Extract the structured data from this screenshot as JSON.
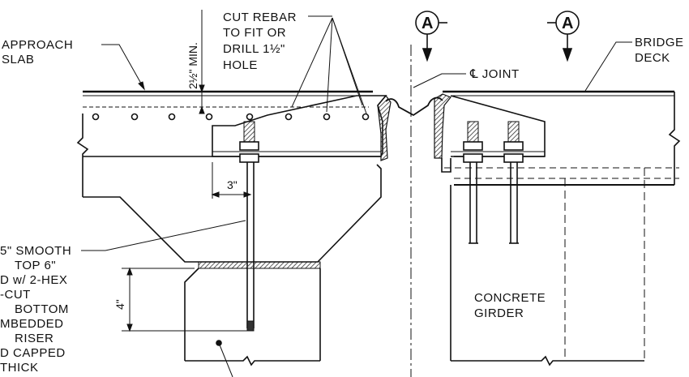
{
  "labels": {
    "approach_slab": [
      "APPROACH",
      "SLAB"
    ],
    "cut_rebar": [
      "CUT REBAR",
      "TO FIT OR",
      "DRILL 1½\"",
      "HOLE"
    ],
    "bridge_deck": [
      "BRIDGE",
      "DECK"
    ],
    "cl_joint": "℄ JOINT",
    "section_marker": "A",
    "concrete_girder": [
      "CONCRETE",
      "GIRDER"
    ],
    "bolt_note": [
      "5\" SMOOTH",
      "TOP 6\"",
      "D w/ 2-HEX",
      "-CUT",
      "BOTTOM",
      "MBEDDED",
      "RISER",
      "D CAPPED",
      "THICK"
    ]
  },
  "dimensions": {
    "cover": "2½\" MIN.",
    "offset": "3\"",
    "height": "4\""
  },
  "colors": {
    "line": "#111111",
    "hatch_fill": "#444444"
  }
}
